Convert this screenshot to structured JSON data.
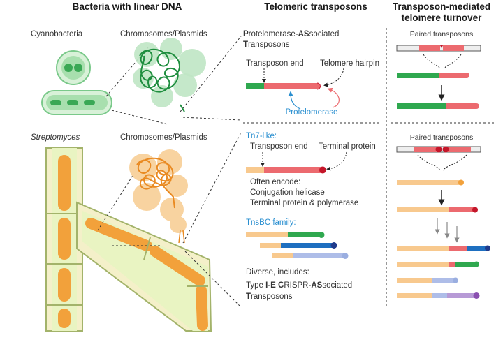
{
  "headers": {
    "col1": "Bacteria with linear DNA",
    "col2": "Telomeric transposons",
    "col3_line1": "Transposon-mediated",
    "col3_line2": "telomere turnover"
  },
  "left": {
    "cyano_label": "Cyanobacteria",
    "chrom_label_top": "Chromosomes/Plasmids",
    "strep_label": "Streptomyces",
    "chrom_label_bottom": "Chromosomes/Plasmids"
  },
  "pat": {
    "line1_b1": "P",
    "line1_r1": "rotelomerase-",
    "line1_b2": "AS",
    "line1_r2": "sociated",
    "line2_b": "T",
    "line2_r": "ransposons",
    "transposon_end": "Transposon end",
    "telomere_hairpin": "Telomere hairpin",
    "protelomerase": "Protelomerase"
  },
  "tn7": {
    "title": "Tn7-like:",
    "transposon_end": "Transposon end",
    "terminal_protein": "Terminal protein",
    "encode_1": "Often encode:",
    "encode_2": "Conjugation helicase",
    "encode_3": "Terminal protein & polymerase"
  },
  "tnsbc": {
    "title": "TnsBC family:"
  },
  "diverse": {
    "line1": "Diverse, includes:",
    "line2_r1": "Type ",
    "line2_b1": "I-E C",
    "line2_r2": "RISPR-",
    "line2_b2": "AS",
    "line2_r3": "sociated",
    "line3_b": "T",
    "line3_r": "ransposons"
  },
  "right": {
    "paired_top": "Paired transposons",
    "paired_bottom": "Paired transposons"
  },
  "colors": {
    "green": "#2fa84f",
    "green_light": "#9bd8a3",
    "orange": "#f2a13b",
    "orange_light": "#f8c98e",
    "red": "#ec6a6f",
    "dark_red": "#c4162a",
    "blue": "#2a8fd0",
    "navy": "#1f3b8c",
    "lavender": "#aebde8",
    "purple": "#8a4fb0",
    "gray": "#9a9a9a"
  }
}
